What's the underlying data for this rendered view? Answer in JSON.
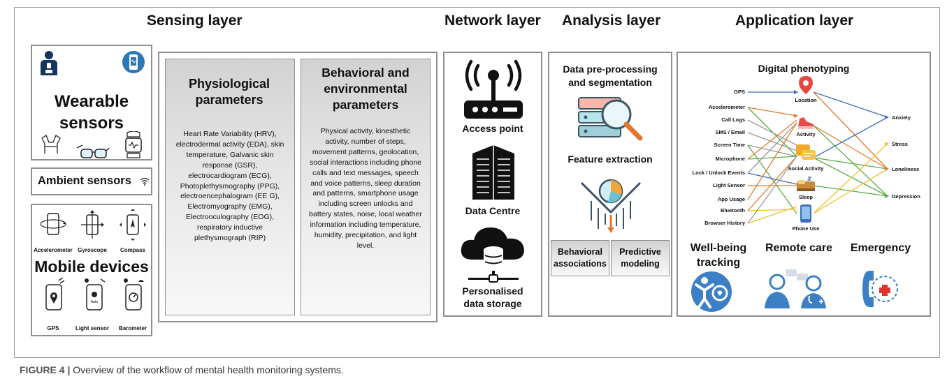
{
  "titles": {
    "sensing": "Sensing layer",
    "network": "Network layer",
    "analysis": "Analysis layer",
    "application": "Application layer"
  },
  "sensors": {
    "wearable": "Wearable sensors",
    "ambient": "Ambient sensors",
    "mobile": "Mobile devices",
    "mobile_items": [
      "Accelerometer",
      "Gyroscope",
      "Compass",
      "GPS",
      "Light sensor",
      "Barometer"
    ],
    "light_screen_text": "Auto"
  },
  "parameters": {
    "physio_title": "Physiological parameters",
    "physio_text": "Heart Rate Variability (HRV), electrodermal activity (EDA), skin temperature, Galvanic skin response (GSR), electrocardiogram (ECG), Photoplethysmography (PPG), electroencephalogram (EE G), Electromyography (EMG), Electrooculography (EOG), respiratory inductive plethysmograph (RIP)",
    "behav_title": "Behavioral and environmental parameters",
    "behav_text": "Physical activity, kinesthetic activity, number of steps, movement patterns, geolocation, social interactions including phone calls and text messages, speech and voice patterns, sleep duration and patterns, smartphone usage including screen unlocks and battery states, noise, local weather information including temperature, humidity, precipitation, and light level."
  },
  "network": {
    "access_point": "Access point",
    "data_centre": "Data Centre",
    "storage": "Personalised data storage"
  },
  "analysis": {
    "preprocessing": "Data pre-processing and segmentation",
    "feature": "Feature extraction",
    "behavioral": "Behavioral associations",
    "predictive": "Predictive modeling"
  },
  "application": {
    "phenotyping_title": "Digital phenotyping",
    "inputs": [
      "GPS",
      "Accelerometer",
      "Call Logs",
      "SMS / Email",
      "Screen Time",
      "Microphone",
      "Lock / Unlock Events",
      "Light Sensor",
      "App Usage",
      "Bluetooth",
      "Browser History"
    ],
    "features": [
      "Location",
      "Activity",
      "Social Activity",
      "Sleep",
      "Phone Use"
    ],
    "outcomes": [
      "Anxiety",
      "Stress",
      "Loneliness",
      "Depression"
    ],
    "services": [
      "Well-being tracking",
      "Remote care",
      "Emergency"
    ],
    "colors": {
      "blue": "#3f6fb5",
      "green": "#5aaa46",
      "orange": "#e07a2c",
      "gray": "#9a9a9a",
      "yellow": "#f2c12e",
      "icon_blue": "#3c7fc4"
    }
  },
  "caption": {
    "label": "FIGURE 4 |",
    "text": " Overview of the workflow of mental health monitoring systems."
  }
}
